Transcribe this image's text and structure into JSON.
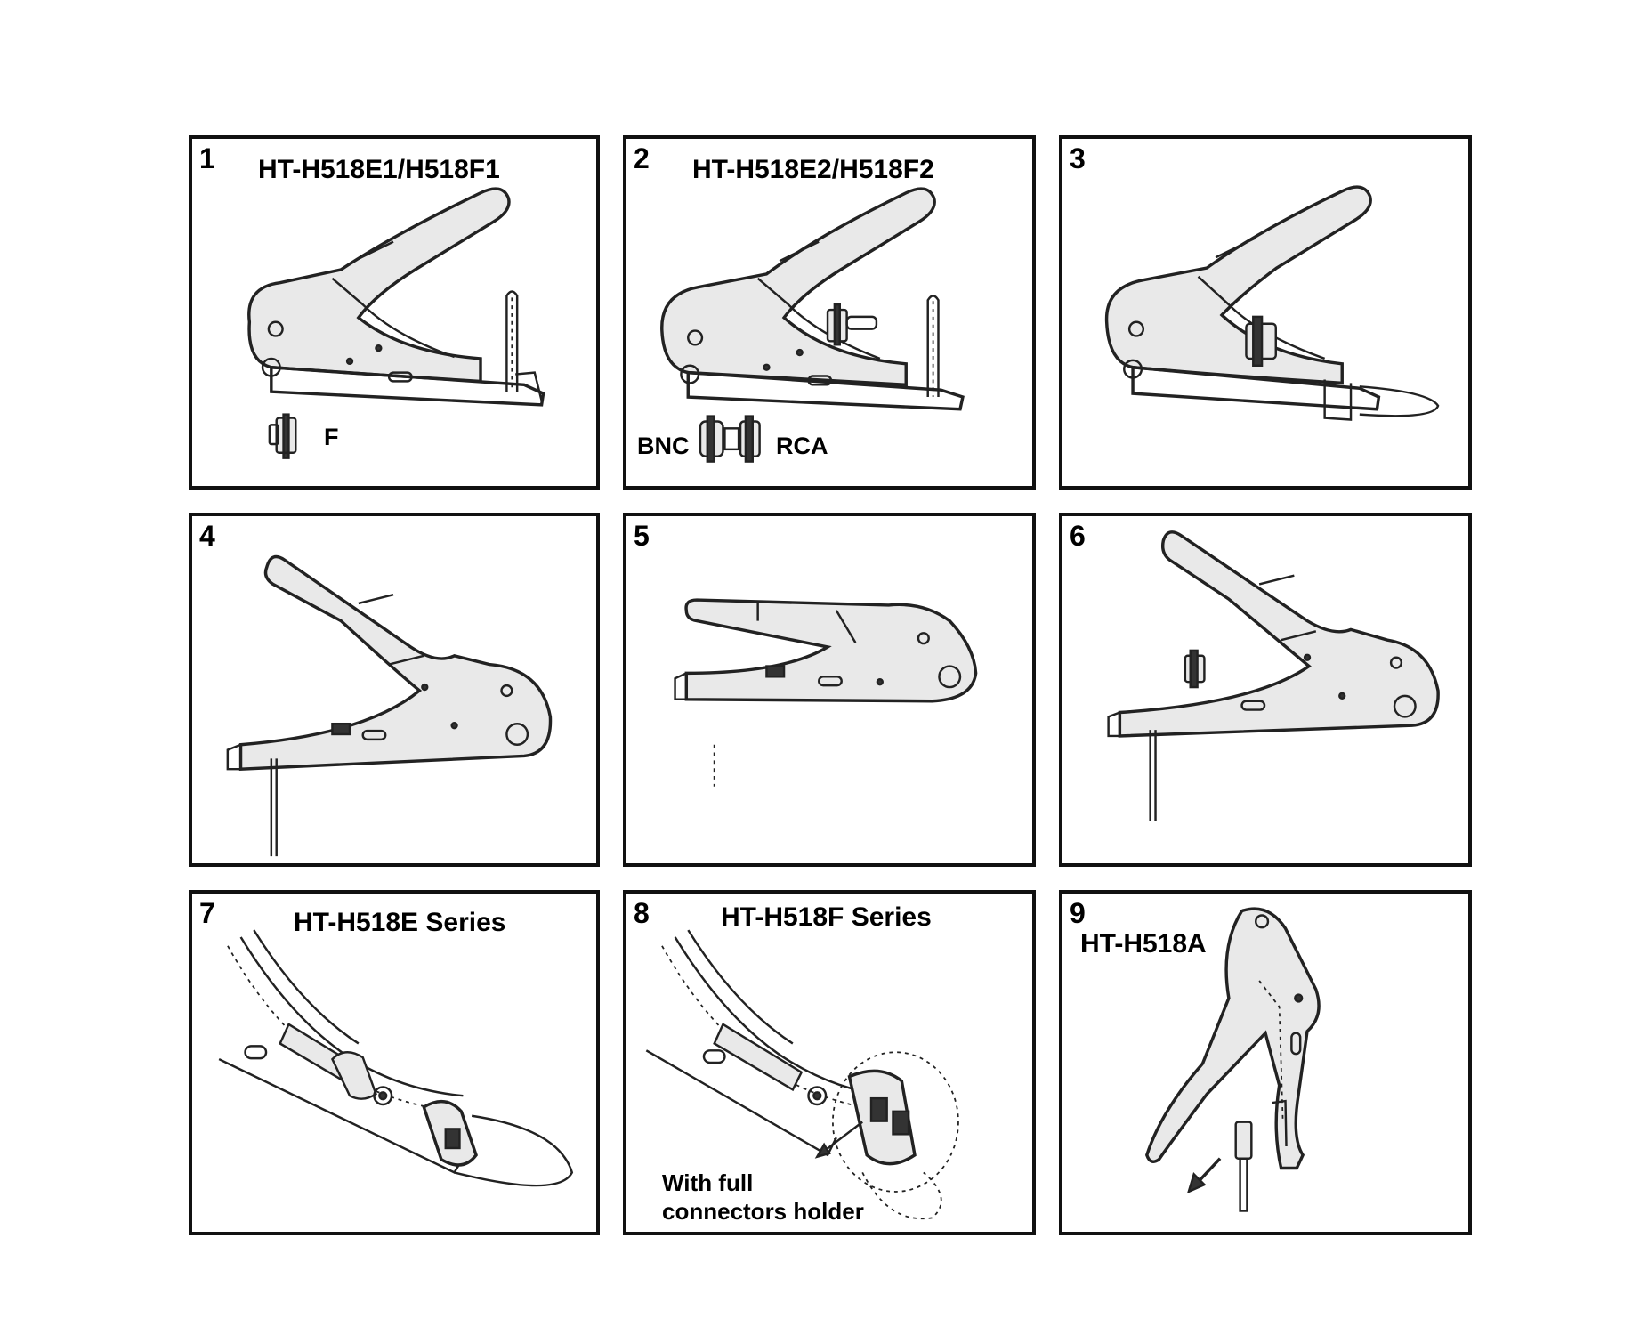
{
  "panels": [
    {
      "num": "1",
      "title": "HT-H518E1/H518F1",
      "labels": [
        "F"
      ]
    },
    {
      "num": "2",
      "title": "HT-H518E2/H518F2",
      "labels": [
        "BNC",
        "RCA"
      ]
    },
    {
      "num": "3",
      "title": ""
    },
    {
      "num": "4",
      "title": ""
    },
    {
      "num": "5",
      "title": ""
    },
    {
      "num": "6",
      "title": ""
    },
    {
      "num": "7",
      "title": "HT-H518E Series"
    },
    {
      "num": "8",
      "title": "HT-H518F Series",
      "note_line1": "With full",
      "note_line2": "connectors holder"
    },
    {
      "num": "9",
      "title": "HT-H518A"
    }
  ],
  "icons": [
    "crimp-tool-icon",
    "f-connector-icon",
    "bnc-rca-connector-icon",
    "arrow-icon"
  ]
}
